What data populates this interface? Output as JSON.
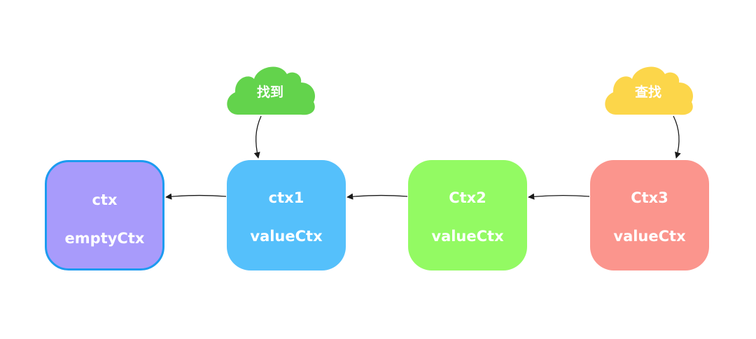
{
  "colors": {
    "ctx": "#a89bfb",
    "ctx_border": "#1c9bf0",
    "ctx1": "#55c0fb",
    "ctx2": "#93fa63",
    "ctx3": "#fb958d",
    "cloud_found": "#63d34c",
    "cloud_search": "#fcd64a",
    "arrow": "#1a1a1a"
  },
  "nodes": [
    {
      "name": "ctx",
      "type": "emptyCtx"
    },
    {
      "name": "ctx1",
      "type": "valueCtx"
    },
    {
      "name": "Ctx2",
      "type": "valueCtx"
    },
    {
      "name": "Ctx3",
      "type": "valueCtx"
    }
  ],
  "clouds": {
    "found": "找到",
    "search": "查找"
  }
}
